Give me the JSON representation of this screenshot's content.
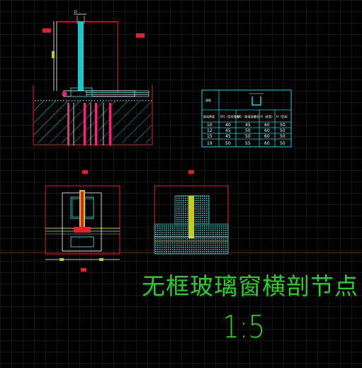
{
  "drawing": {
    "title": "无框玻璃窗横剖节点",
    "scale": "1:5"
  },
  "colors": {
    "background": "#000000",
    "grid": "#2a2a2a",
    "frame_red": "#e0202a",
    "glass_cyan": "#19c8c8",
    "title_green": "#22d422",
    "highlight_magenta": "#ff2080",
    "table_cyan": "#19d6e0"
  },
  "dimension_labels": {
    "top_small": "15"
  },
  "spec_table": {
    "header_left": "规格",
    "col_headers": [
      "玻璃厚度",
      "W1（型材规格）",
      "W2（玻璃插槽深）",
      "H（底宽）",
      "H（型高）"
    ],
    "rows": [
      [
        "10",
        "40",
        "45",
        "60",
        "50"
      ],
      [
        "12",
        "45",
        "50",
        "60",
        "50"
      ],
      [
        "15",
        "45",
        "50",
        "60",
        "50"
      ],
      [
        "19",
        "50",
        "55",
        "60",
        "50"
      ]
    ]
  }
}
